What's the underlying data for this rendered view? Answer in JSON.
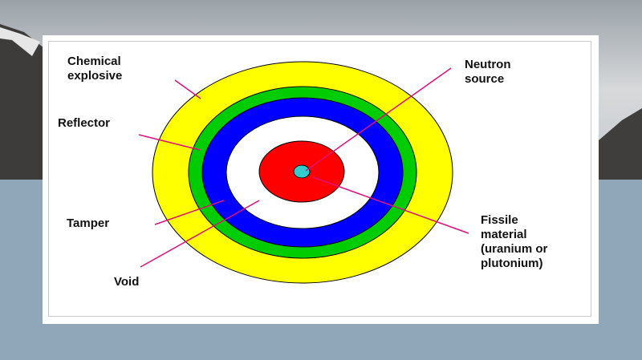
{
  "colors": {
    "explosive": "#ffff00",
    "reflector": "#00cc00",
    "tamper": "#0000ff",
    "void": "#ffffff",
    "fissile": "#ff0000",
    "neutron_source": "#33cccc",
    "leader_lines": "#e0107a"
  },
  "labels": {
    "chemical_explosive": "Chemical\nexplosive",
    "reflector": "Reflector",
    "tamper": "Tamper",
    "void": "Void",
    "neutron_source": "Neutron\nsource",
    "fissile_material": "Fissile\nmaterial\n(uranium or\nplutonium)"
  }
}
